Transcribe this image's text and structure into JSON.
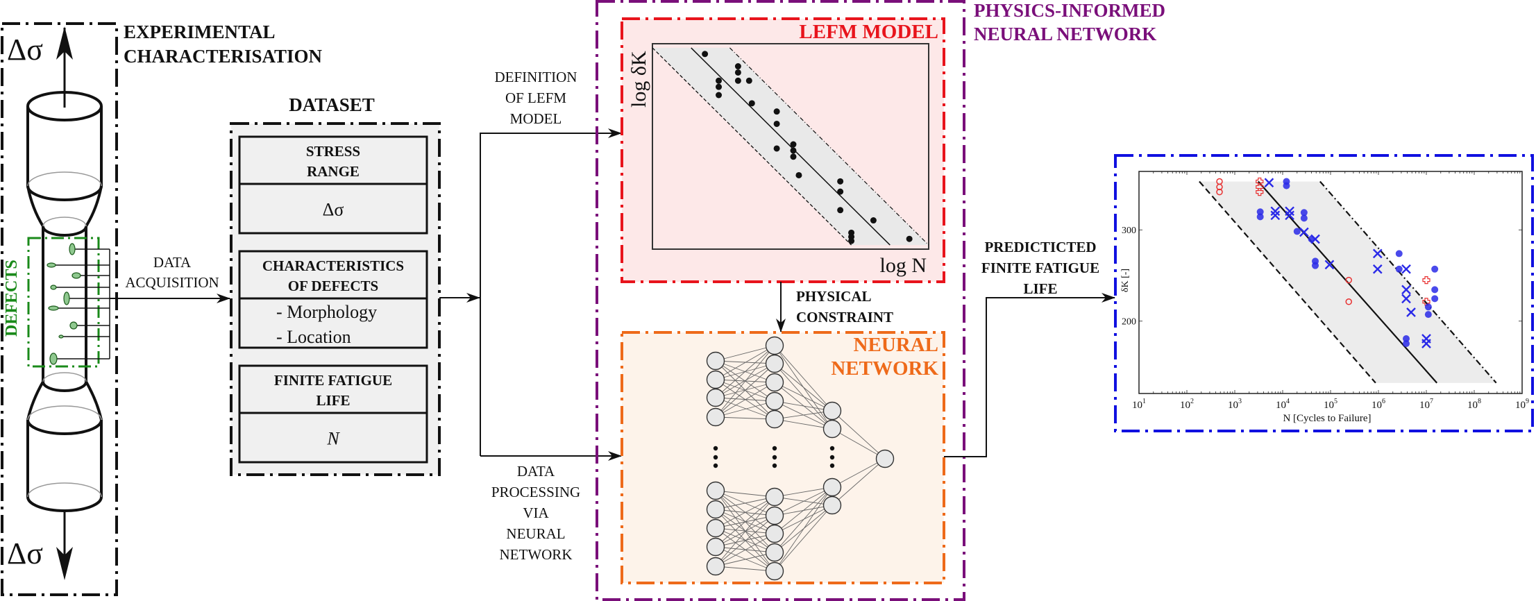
{
  "colors": {
    "black": "#111111",
    "purple": "#7a0f7a",
    "red": "#e8141c",
    "red_fill": "#fde8e8",
    "orange": "#ee6a1a",
    "orange_fill": "#fdf3ea",
    "blue": "#1010e0",
    "green": "#1a8a1a",
    "defect_fill": "#8fc88f",
    "grey_fill": "#f0f0f0",
    "band_fill": "#e9e9e9",
    "node_fill": "#e8e8e8",
    "marker_blue": "#2a2ae8",
    "marker_red": "#e83030"
  },
  "experimental": {
    "title_line1": "EXPERIMENTAL",
    "title_line2": "CHARACTERISATION",
    "stress_symbol_top": "Δσ",
    "stress_symbol_bottom": "Δσ",
    "defects_label": "DEFECTS",
    "icons": [
      "arrow-up-icon",
      "arrow-down-icon",
      "specimen-icon",
      "defect-ellipse-icon"
    ]
  },
  "flow_labels": {
    "data_acquisition_line1": "DATA",
    "data_acquisition_line2": "ACQUISITION",
    "definition_line1": "DEFINITION",
    "definition_line2": "OF LEFM",
    "definition_line3": "MODEL",
    "processing_lines": [
      "DATA",
      "PROCESSING",
      "VIA",
      "NEURAL",
      "NETWORK"
    ],
    "physical_line1": "PHYSICAL",
    "physical_line2": "CONSTRAINT",
    "predicted_lines": [
      "PREDICTICTED",
      "FINITE FATIGUE",
      "LIFE"
    ]
  },
  "dataset": {
    "title": "DATASET",
    "sections": [
      {
        "header_lines": [
          "STRESS",
          "RANGE"
        ],
        "value_lines": [
          "Δσ"
        ],
        "italic": false
      },
      {
        "header_lines": [
          "CHARACTERISTICS",
          "OF DEFECTS"
        ],
        "value_lines": [
          "- Morphology",
          "- Location"
        ],
        "italic": false
      },
      {
        "header_lines": [
          "FINITE FATIGUE",
          "LIFE"
        ],
        "value_lines": [
          "N"
        ],
        "italic": true
      }
    ]
  },
  "pinn": {
    "title_line1": "PHYSICS-INFORMED",
    "title_line2": "NEURAL NETWORK",
    "lefm": {
      "title": "LEFM MODEL",
      "ylabel": "log δK",
      "xlabel": "log N"
    },
    "neural_network": {
      "title_line1": "NEURAL",
      "title_line2": "NETWORK",
      "layers": [
        {
          "top_nodes": 4,
          "bottom_nodes": 5
        },
        {
          "top_nodes": 5,
          "bottom_nodes": 5
        },
        {
          "top_nodes": 2,
          "bottom_nodes": 2
        },
        {
          "top_nodes": 1,
          "bottom_nodes": 0
        }
      ],
      "ellipsis": "⋮"
    }
  },
  "chart_data": [
    {
      "type": "scatter",
      "title": "LEFM MODEL",
      "xlabel": "log N",
      "ylabel": "log δK",
      "xlim": [
        0,
        1
      ],
      "ylim": [
        0,
        1
      ],
      "grid": false,
      "band": {
        "lower_line": [
          [
            0.0,
            0.98
          ],
          [
            0.72,
            0.02
          ]
        ],
        "mean_line": [
          [
            0.14,
            0.98
          ],
          [
            0.86,
            0.02
          ]
        ],
        "upper_line": [
          [
            0.28,
            0.98
          ],
          [
            1.0,
            0.02
          ]
        ]
      },
      "points": [
        [
          0.19,
          0.95
        ],
        [
          0.24,
          0.82
        ],
        [
          0.24,
          0.79
        ],
        [
          0.24,
          0.75
        ],
        [
          0.31,
          0.89
        ],
        [
          0.31,
          0.86
        ],
        [
          0.31,
          0.82
        ],
        [
          0.35,
          0.82
        ],
        [
          0.36,
          0.71
        ],
        [
          0.45,
          0.67
        ],
        [
          0.45,
          0.61
        ],
        [
          0.45,
          0.49
        ],
        [
          0.51,
          0.51
        ],
        [
          0.51,
          0.48
        ],
        [
          0.51,
          0.45
        ],
        [
          0.53,
          0.36
        ],
        [
          0.68,
          0.33
        ],
        [
          0.68,
          0.28
        ],
        [
          0.68,
          0.19
        ],
        [
          0.72,
          0.08
        ],
        [
          0.72,
          0.06
        ],
        [
          0.72,
          0.04
        ],
        [
          0.8,
          0.14
        ],
        [
          0.93,
          0.05
        ]
      ]
    },
    {
      "type": "scatter",
      "title": "",
      "xlabel": "N [Cycles to Failure]",
      "ylabel": "δK [-]",
      "xscale": "log",
      "yscale": "log",
      "xlim": [
        10,
        1000000000
      ],
      "ylim": [
        145,
        389
      ],
      "xticks": [
        10,
        100,
        1000,
        10000,
        100000,
        1000000,
        10000000,
        100000000,
        1000000000
      ],
      "xtick_labels": [
        "10^1",
        "10^2",
        "10^3",
        "10^4",
        "10^5",
        "10^6",
        "10^7",
        "10^8",
        "10^9"
      ],
      "yticks": [
        200,
        300
      ],
      "ytick_labels": [
        "200",
        "300"
      ],
      "grid": false,
      "band": {
        "ylim": [
          152,
          372
        ]
      },
      "lines": [
        {
          "name": "lower bound",
          "style": "dashed",
          "points": [
            [
              182,
              372
            ],
            [
              871000,
              152
            ]
          ]
        },
        {
          "name": "mean",
          "style": "solid",
          "points": [
            [
              3090,
              372
            ],
            [
              16600000,
              152
            ]
          ]
        },
        {
          "name": "upper bound",
          "style": "dashdot",
          "points": [
            [
              60300,
              372
            ],
            [
              288000000,
              152
            ]
          ]
        }
      ],
      "series": [
        {
          "name": "red-open-circle",
          "marker": "o-open",
          "color": "red",
          "points": [
            [
              480,
              372
            ],
            [
              480,
              363
            ],
            [
              480,
              355
            ],
            [
              240000,
              240
            ],
            [
              240000,
              218
            ]
          ]
        },
        {
          "name": "red-open-cross",
          "marker": "plus-open",
          "color": "red",
          "points": [
            [
              3300,
              372
            ],
            [
              3300,
              363
            ],
            [
              3300,
              355
            ],
            [
              10000000,
              240
            ],
            [
              10000000,
              218
            ]
          ]
        },
        {
          "name": "blue-cross",
          "marker": "x",
          "color": "blue",
          "points": [
            [
              5200,
              370
            ],
            [
              7000,
              326
            ],
            [
              7000,
              320
            ],
            [
              14000,
              326
            ],
            [
              14000,
              320
            ],
            [
              28000,
              297
            ],
            [
              48000,
              288
            ],
            [
              95000,
              257
            ],
            [
              960000,
              270
            ],
            [
              960000,
              252
            ],
            [
              3800000,
              252
            ],
            [
              3800000,
              230
            ],
            [
              3800000,
              221
            ],
            [
              4800000,
              208
            ],
            [
              10000000,
              185
            ],
            [
              10000000,
              181
            ]
          ]
        },
        {
          "name": "blue-dot",
          "marker": "o-filled",
          "color": "blue",
          "points": [
            [
              12000,
              372
            ],
            [
              12000,
              365
            ],
            [
              3400,
              325
            ],
            [
              3400,
              318
            ],
            [
              28000,
              324
            ],
            [
              28000,
              316
            ],
            [
              20000,
              298
            ],
            [
              40000,
              288
            ],
            [
              48000,
              261
            ],
            [
              48000,
              256
            ],
            [
              2700000,
              270
            ],
            [
              2700000,
              252
            ],
            [
              15000000,
              252
            ],
            [
              15000000,
              230
            ],
            [
              15000000,
              221
            ],
            [
              11000000,
              213
            ],
            [
              11000000,
              206
            ],
            [
              3800000,
              185
            ],
            [
              3800000,
              181
            ]
          ]
        }
      ]
    }
  ]
}
